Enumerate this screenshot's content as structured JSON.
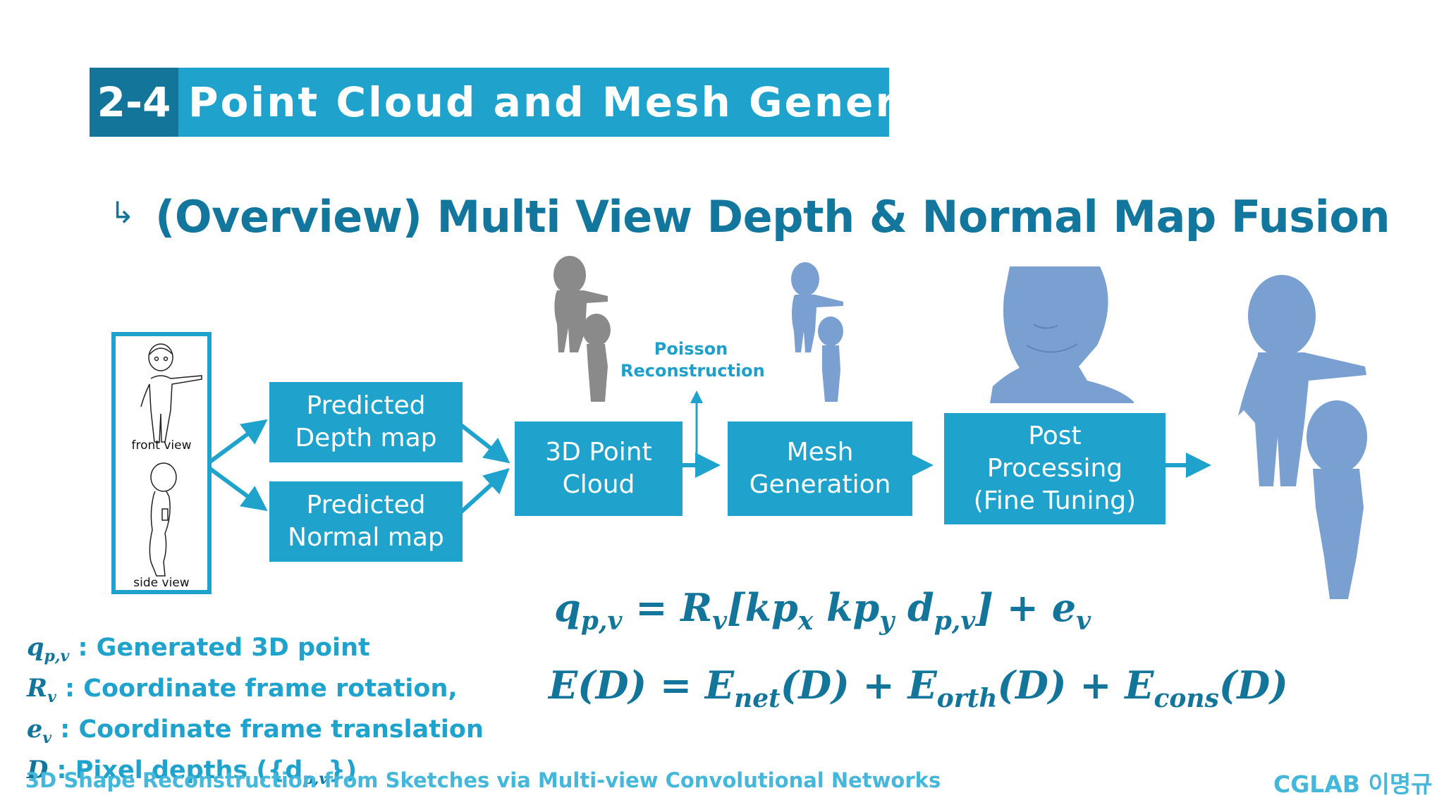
{
  "header": {
    "number": "2-4",
    "title": "Point Cloud and Mesh Generation"
  },
  "subtitle": {
    "arrow": "↳",
    "text": "(Overview) Multi View Depth & Normal Map Fusion"
  },
  "input_panel": {
    "front_label": "front view",
    "side_label": "side view"
  },
  "boxes": {
    "depth": {
      "line1": "Predicted",
      "line2": "Depth map"
    },
    "normal": {
      "line1": "Predicted",
      "line2": "Normal map"
    },
    "pointcloud": {
      "line1": "3D Point",
      "line2": "Cloud"
    },
    "mesh": {
      "line1": "Mesh",
      "line2": "Generation"
    },
    "post": {
      "line1": "Post",
      "line2": "Processing",
      "line3": "(Fine Tuning)"
    }
  },
  "poisson": {
    "line1": "Poisson",
    "line2": "Reconstruction"
  },
  "legend": {
    "items": [
      {
        "sym": "q",
        "sub": "p,v",
        "text": " : Generated 3D point"
      },
      {
        "sym": "R",
        "sub": "v",
        "text": " : Coordinate frame rotation,"
      },
      {
        "sym": "e",
        "sub": "v",
        "text": " : Coordinate frame translation"
      },
      {
        "sym": "D",
        "sub": "",
        "text": " : Pixel depths ({d",
        "sub2": "p,v",
        "text2": "})"
      }
    ]
  },
  "equations": {
    "eq1": {
      "lhs": "q",
      "lhs_sub": "p,v",
      "p1": " = R",
      "p1_sub": "v",
      "p2": "[kp",
      "p2_sub": "x",
      "p3": "   kp",
      "p3_sub": "y",
      "p4": "   d",
      "p4_sub": "p,v",
      "p5": "] + e",
      "p5_sub": "v"
    },
    "eq2": {
      "p1": "E(D) = E",
      "s1": "net",
      "p2": "(D) + E",
      "s2": "orth",
      "p3": "(D) + E",
      "s3": "cons",
      "p4": "(D)"
    }
  },
  "footer": {
    "left": "3D Shape Reconstruction from Sketches via Multi-view Convolutional Networks",
    "right": "CGLAB 이명규"
  },
  "colors": {
    "accent": "#1fa3cc",
    "accent_dark": "#13759a",
    "mesh_blue": "#7a9fd1",
    "point_gray": "#8a8a8a"
  }
}
